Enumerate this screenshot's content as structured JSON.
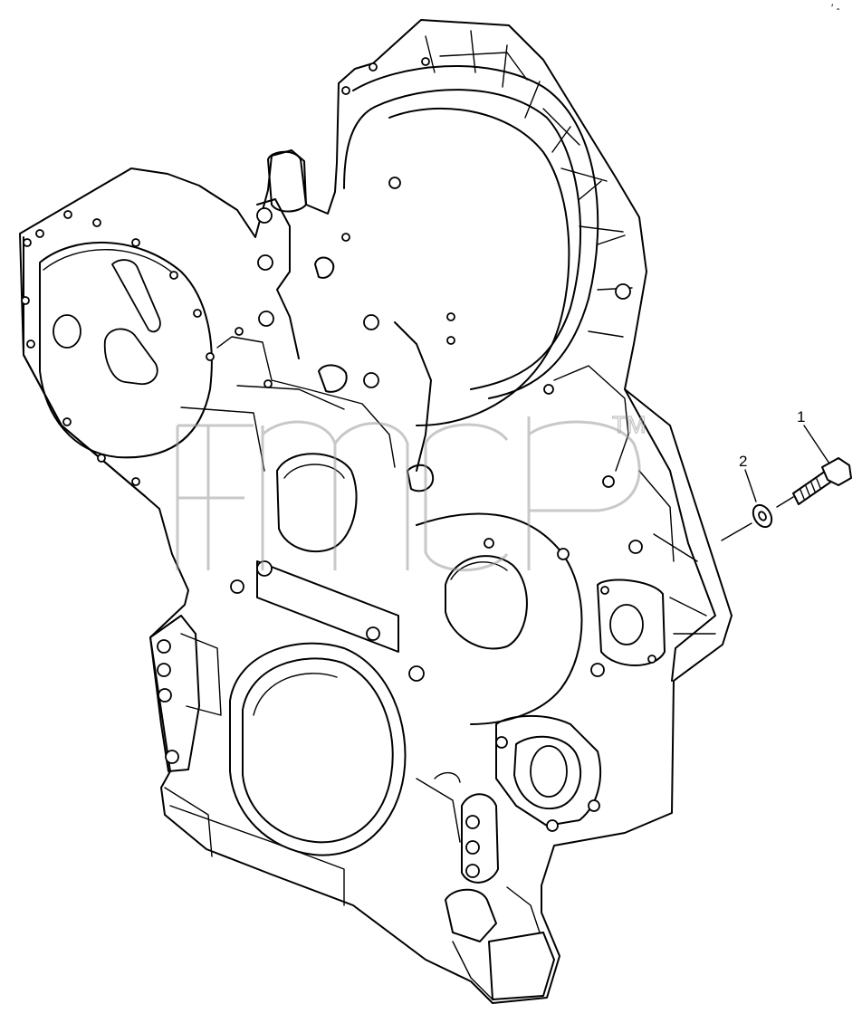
{
  "diagram": {
    "part": "front-gear-housing-cover",
    "callouts": [
      {
        "id": "callout-1",
        "label": "1",
        "part": "bolt"
      },
      {
        "id": "callout-2",
        "label": "2",
        "part": "washer"
      }
    ],
    "corner_mark": "′ -",
    "watermark": {
      "kind": "logo",
      "trademark": "TM"
    }
  }
}
